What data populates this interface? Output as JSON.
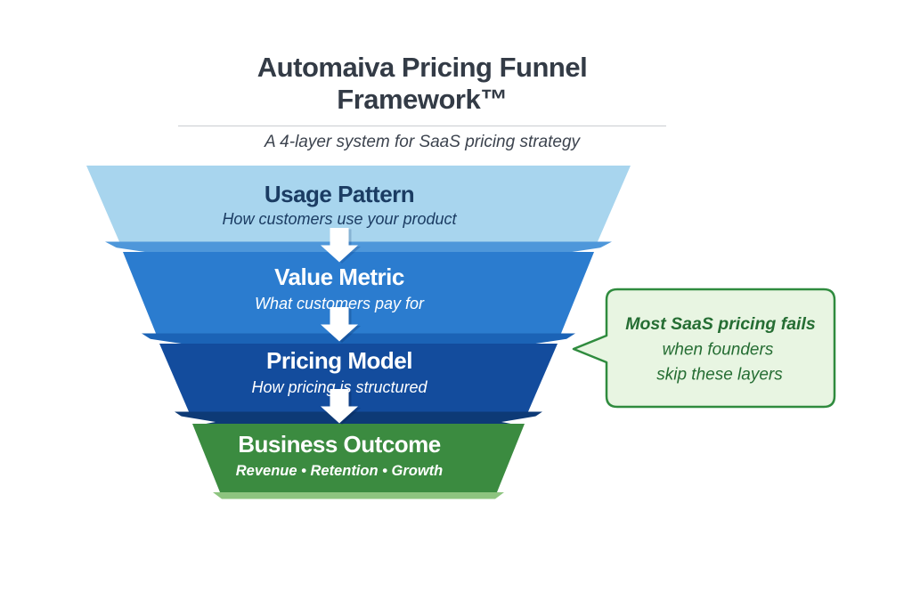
{
  "header": {
    "title": "Automaiva Pricing Funnel Framework™",
    "subtitle": "A 4-layer system for SaaS pricing strategy"
  },
  "funnel": {
    "arrow_color": "#ffffff",
    "layers": [
      {
        "label": "Usage Pattern",
        "description": "How customers use your product",
        "fill": "#a8d5ee",
        "bevel": "#4e97da",
        "text_color": "#1b3c63"
      },
      {
        "label": "Value Metric",
        "description": "What customers pay for",
        "fill": "#2b7ccf",
        "bevel": "#1b63b6",
        "text_color": "#ffffff"
      },
      {
        "label": "Pricing Model",
        "description": "How pricing is structured",
        "fill": "#134c9d",
        "bevel": "#0d3a76",
        "text_color": "#ffffff"
      },
      {
        "label": "Business Outcome",
        "description": "Revenue • Retention • Growth",
        "fill": "#3b8b40",
        "bevel": "#8dc47f",
        "text_color": "#ffffff"
      }
    ]
  },
  "callout": {
    "fill": "#e8f5e2",
    "border_color": "#2f8b3e",
    "text_color": "#256d33",
    "lines": [
      "Most SaaS pricing fails",
      "when founders",
      "skip these layers"
    ]
  }
}
